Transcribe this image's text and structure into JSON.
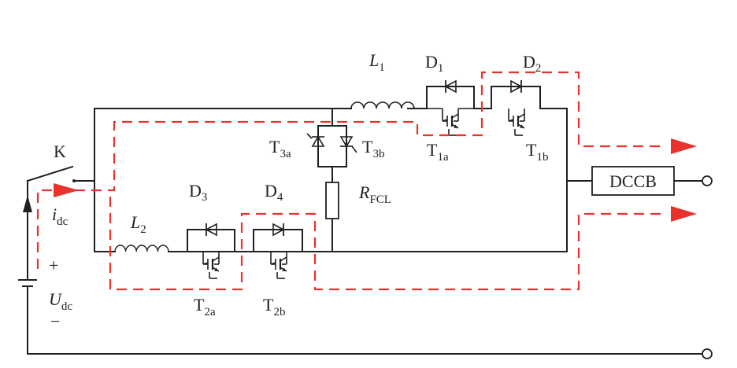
{
  "colors": {
    "wire": "#231f20",
    "current_path": "#e8322b"
  },
  "labels": {
    "K": "K",
    "L1": {
      "base": "L",
      "sub": "1"
    },
    "L2": {
      "base": "L",
      "sub": "2"
    },
    "D1": {
      "base": "D",
      "sub": "1"
    },
    "D2": {
      "base": "D",
      "sub": "2"
    },
    "D3": {
      "base": "D",
      "sub": "3"
    },
    "D4": {
      "base": "D",
      "sub": "4"
    },
    "T1a": {
      "base": "T",
      "sub": "1a"
    },
    "T1b": {
      "base": "T",
      "sub": "1b"
    },
    "T2a": {
      "base": "T",
      "sub": "2a"
    },
    "T2b": {
      "base": "T",
      "sub": "2b"
    },
    "T3a": {
      "base": "T",
      "sub": "3a"
    },
    "T3b": {
      "base": "T",
      "sub": "3b"
    },
    "RFCL": {
      "base": "R",
      "sub": "FCL"
    },
    "idc": {
      "base": "i",
      "sub": "dc"
    },
    "Udc": {
      "base": "U",
      "sub": "dc"
    },
    "plus": "+",
    "minus": "−",
    "dccb": "DCCB"
  },
  "icons": [
    "inductor-icon",
    "diode-icon",
    "igbt-icon",
    "thyristor-icon",
    "resistor-icon",
    "battery-icon",
    "switch-icon",
    "terminal-icon",
    "arrow-icon"
  ]
}
